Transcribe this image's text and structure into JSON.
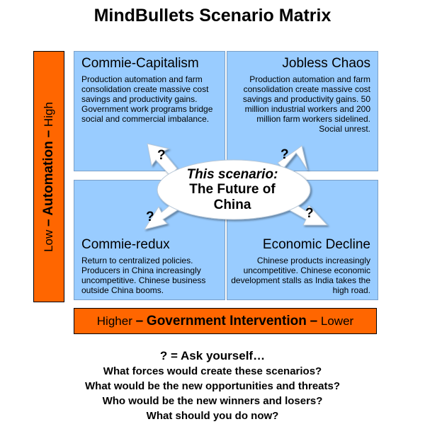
{
  "title": "MindBullets Scenario Matrix",
  "vertical_axis": {
    "low": "Low",
    "sep1": "–",
    "name": "Automation",
    "sep2": "–",
    "high": "High"
  },
  "horizontal_axis": {
    "higher": "Higher",
    "sep1": "–",
    "name": "Government Intervention",
    "sep2": "–",
    "lower": "Lower"
  },
  "quadrants": {
    "top_left": {
      "title": "Commie-Capitalism",
      "text": "Production automation and farm consolidation create massive cost savings and productivity gains. Government work programs bridge social and commercial imbalance."
    },
    "top_right": {
      "title": "Jobless Chaos",
      "text": "Production automation and farm consolidation create massive cost savings and productivity gains. 50 million industrial workers and 200 million farm workers sidelined. Social unrest."
    },
    "bottom_left": {
      "title": "Commie-redux",
      "text": "Return to centralized policies. Producers in China increasingly uncompetitive. Chinese business outside China booms."
    },
    "bottom_right": {
      "title": "Economic Decline",
      "text": "Chinese products increasingly uncompetitive. Chinese economic development stalls as India takes the high road."
    }
  },
  "center": {
    "line1": "This scenario:",
    "line2": "The Future of",
    "line3": "China"
  },
  "question_mark": "?",
  "footer": {
    "heading": "? = Ask yourself…",
    "questions": [
      "What forces would create these scenarios?",
      "What would be the new opportunities and threats?",
      "Who would be the new winners and losers?",
      "What should you do now?"
    ]
  },
  "colors": {
    "axis_bar": "#ff6600",
    "quadrant": "#99ccff",
    "center_shape": "#ffffff"
  }
}
